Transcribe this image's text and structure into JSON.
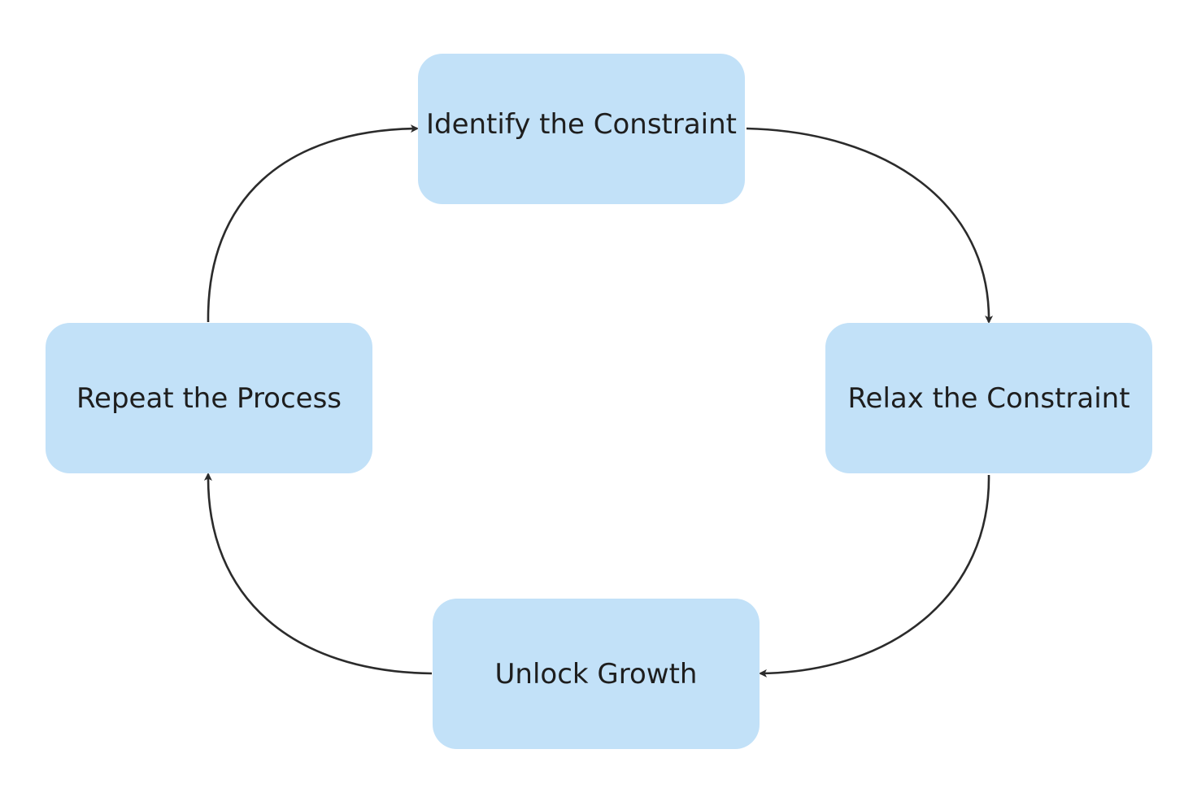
{
  "diagram": {
    "nodes": [
      {
        "id": "identify",
        "label": "Identify the Constraint"
      },
      {
        "id": "relax",
        "label": "Relax the Constraint"
      },
      {
        "id": "unlock",
        "label": "Unlock Growth"
      },
      {
        "id": "repeat",
        "label": "Repeat the Process"
      }
    ],
    "edges": [
      {
        "from": "identify",
        "to": "relax"
      },
      {
        "from": "relax",
        "to": "unlock"
      },
      {
        "from": "unlock",
        "to": "repeat"
      },
      {
        "from": "repeat",
        "to": "identify"
      }
    ]
  },
  "colors": {
    "node_fill": "#c2e1f8",
    "text": "#1e1e1e",
    "connector": "#2b2b2b",
    "background": "#ffffff"
  }
}
